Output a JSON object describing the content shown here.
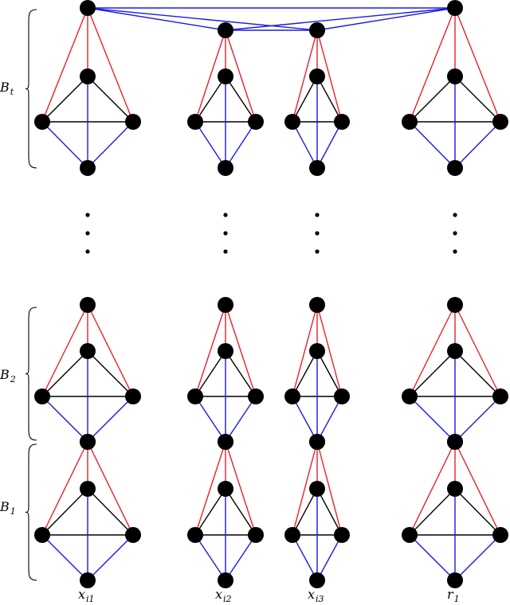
{
  "blocks": [
    {
      "name": "B",
      "sub": "t"
    },
    {
      "name": "B",
      "sub": "2"
    },
    {
      "name": "B",
      "sub": "1"
    }
  ],
  "columns": [
    {
      "name": "x",
      "sub": "i1"
    },
    {
      "name": "x",
      "sub": "i2"
    },
    {
      "name": "x",
      "sub": "i3"
    },
    {
      "name": "r",
      "sub": "1"
    }
  ],
  "colors": {
    "red": "#e8202a",
    "black": "#000000",
    "blue": "#1a1ae6"
  },
  "ellipsis": "vertical-dots"
}
